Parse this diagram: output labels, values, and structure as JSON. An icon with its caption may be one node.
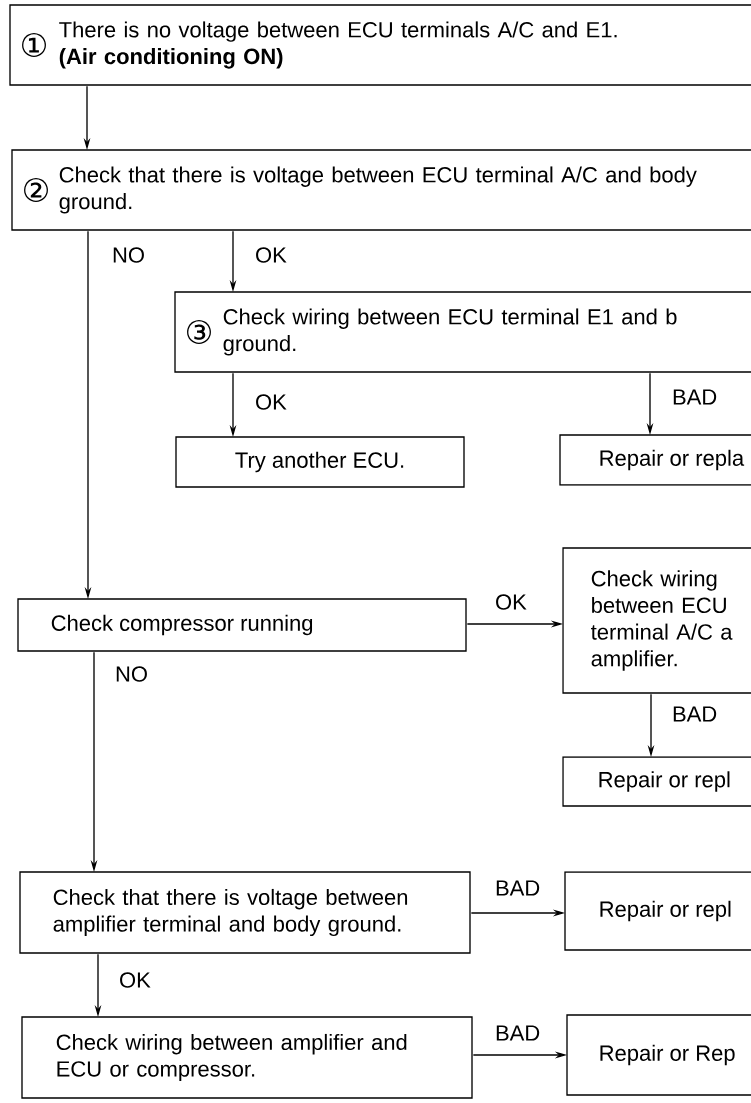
{
  "diagram": {
    "nodes": [
      {
        "text": [
          "①",
          "There is no voltage between ECU terminals A/C and E1.",
          "(Air conditioning ON)"
        ]
      },
      {
        "text": [
          "②",
          "Check that there is voltage between ECU terminal A/C and body ground."
        ]
      },
      {
        "text": [
          "③",
          "Check wiring between ECU terminal E1 and b ground."
        ]
      },
      {
        "text": [
          "Try another ECU."
        ]
      },
      {
        "text": [
          "Repair or repla"
        ]
      },
      {
        "text": [
          "Check compressor running"
        ]
      },
      {
        "text": [
          "Check wiring between ECU terminal A/C a amplifier."
        ]
      },
      {
        "text": [
          "Repair or repl"
        ]
      },
      {
        "text": [
          "Check that there is voltage between amplifier terminal and body ground."
        ]
      },
      {
        "text": [
          "Repair or repl"
        ]
      },
      {
        "text": [
          "Check wiring between amplifier and ECU or compressor."
        ]
      },
      {
        "text": [
          "Repair or Rep"
        ]
      }
    ],
    "edges": [
      {
        "from": 0,
        "to": 1,
        "arrow": "to"
      },
      {
        "from": 1,
        "to": 5,
        "arrow": "to",
        "label": "NO"
      },
      {
        "from": 1,
        "to": 2,
        "arrow": "to",
        "label": "OK"
      },
      {
        "from": 2,
        "to": 3,
        "arrow": "to",
        "label": "OK"
      },
      {
        "from": 2,
        "to": 4,
        "arrow": "to",
        "label": "BAD"
      },
      {
        "from": 5,
        "to": 6,
        "arrow": "to",
        "label": "OK"
      },
      {
        "from": 5,
        "to": 8,
        "arrow": "to",
        "label": "NO"
      },
      {
        "from": 6,
        "to": 7,
        "arrow": "to",
        "label": "BAD"
      },
      {
        "from": 8,
        "to": 9,
        "arrow": "to",
        "label": "BAD"
      },
      {
        "from": 8,
        "to": 10,
        "arrow": "to",
        "label": "OK"
      },
      {
        "from": 10,
        "to": 11,
        "arrow": "to",
        "label": "BAD"
      }
    ]
  }
}
